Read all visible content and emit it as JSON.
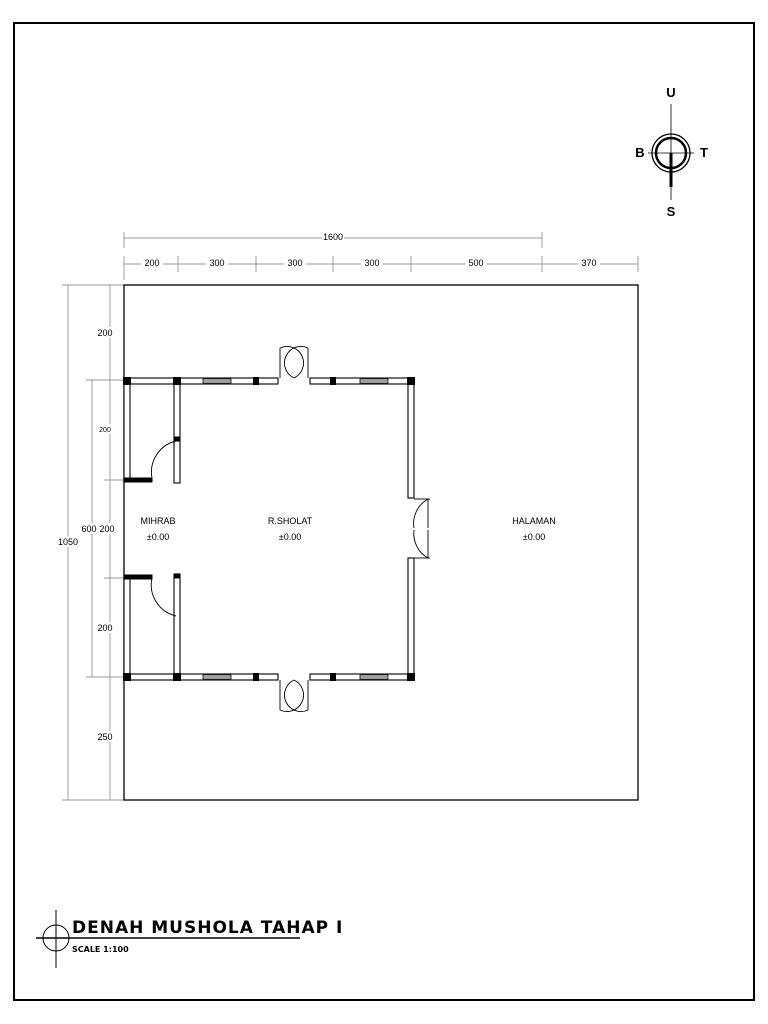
{
  "drawing": {
    "title": "DENAH MUSHOLA TAHAP I",
    "scale": "SCALE 1:100"
  },
  "compass": {
    "north": "U",
    "south": "S",
    "west": "B",
    "east": "T"
  },
  "dimensions": {
    "top_overall": "1600",
    "top_segments": [
      "200",
      "300",
      "300",
      "300",
      "500",
      "370"
    ],
    "left_overall": "1050",
    "left_segments": [
      "200",
      "600",
      "250"
    ],
    "left_inner": [
      "200",
      "200",
      "200"
    ]
  },
  "rooms": {
    "mihrab": {
      "name": "MIHRAB",
      "level": "±0.00"
    },
    "sholat": {
      "name": "R.SHOLAT",
      "level": "±0.00"
    },
    "halaman": {
      "name": "HALAMAN",
      "level": "±0.00"
    }
  },
  "colors": {
    "line": "#000000",
    "dim_line": "#777777",
    "wall_fill": "#ffffff"
  }
}
